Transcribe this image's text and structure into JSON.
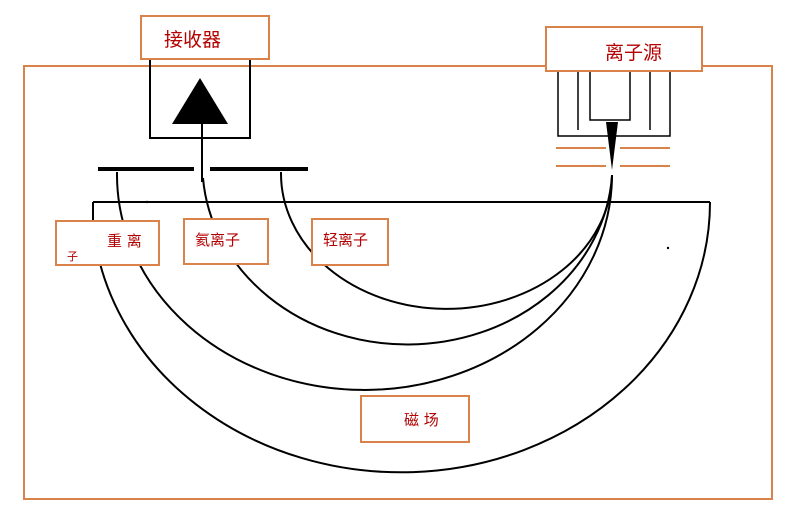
{
  "labels": {
    "receiver": "接收器",
    "ion_source": "离子源",
    "heavy_ion": "重 离",
    "heavy_ion_tail": "子",
    "argon_ion": "氦离子",
    "light_ion": "轻离子",
    "magnetic_field": "磁 场"
  },
  "colors": {
    "frame": "#d9834a",
    "label_text": "#b30000",
    "stroke": "#000000"
  }
}
